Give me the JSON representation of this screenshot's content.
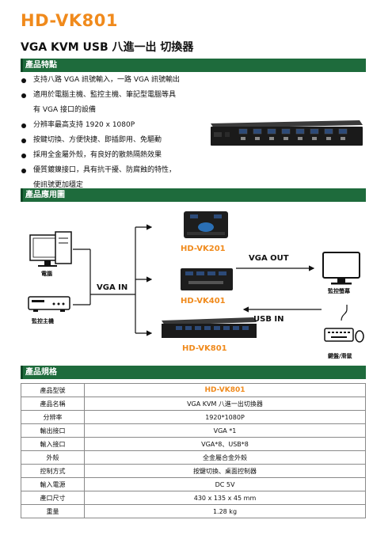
{
  "header": {
    "model": "HD-VK801",
    "subtitle": "VGA KVM USB 八進一出 切換器"
  },
  "sections": {
    "features": "產品特點",
    "application": "產品應用圖",
    "specs": "產品規格"
  },
  "features": [
    [
      "支持八路 VGA 訊號輸入，一路 VGA 訊號輸出"
    ],
    [
      "適用於電腦主機、監控主機、筆記型電腦等具",
      "有 VGA 接口的設備"
    ],
    [
      "分辨率最高支持 1920 x 1080P"
    ],
    [
      "按鍵切換、方便快捷、即插即用、免驅動"
    ],
    [
      "採用全金屬外殼，有良好的散熱隔熱效果"
    ],
    [
      "優質鍍鎳接口，具有抗干擾、防腐蝕的特性，",
      "使訊號更加穩定"
    ]
  ],
  "diagram": {
    "left_devices": [
      "電腦",
      "監控主機"
    ],
    "right_devices": [
      "監控螢幕",
      "鍵盤/滑鼠"
    ],
    "center_models": [
      "HD-VK201",
      "HD-VK401",
      "HD-VK801"
    ],
    "signals": {
      "vga_in": "VGA IN",
      "vga_out": "VGA OUT",
      "usb_in": "USB IN"
    }
  },
  "specs": [
    {
      "key": "產品型號",
      "value": "HD-VK801",
      "highlight": true
    },
    {
      "key": "產品名稱",
      "value": "VGA KVM 八進一出切換器"
    },
    {
      "key": "分辨率",
      "value": "1920*1080P"
    },
    {
      "key": "輸出接口",
      "value": "VGA *1"
    },
    {
      "key": "輸入接口",
      "value": "VGA*8、USB*8"
    },
    {
      "key": "外殼",
      "value": "全金屬合金外殼"
    },
    {
      "key": "控制方式",
      "value": "按鍵切換、桌面控制器"
    },
    {
      "key": "輸入電源",
      "value": "DC 5V"
    },
    {
      "key": "產口尺寸",
      "value": "430 x 135 x 45 mm"
    },
    {
      "key": "重量",
      "value": "1.28 kg"
    }
  ],
  "colors": {
    "accent": "#f08a1c",
    "section_bar": "#1e6b3c"
  }
}
